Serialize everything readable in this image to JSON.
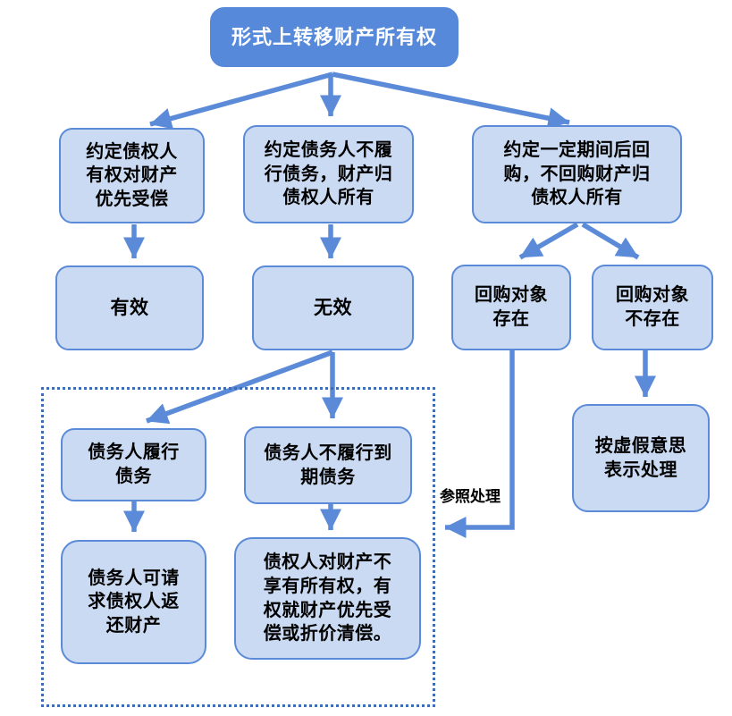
{
  "diagram": {
    "title": "形式上转移财产所有权",
    "nodes": {
      "root": {
        "text": "形式上转移财产所有权"
      },
      "creditor_priority": {
        "text": "约定债权人\n有权对财产\n优先受偿"
      },
      "default_ownership": {
        "text": "约定债务人不履\n行债务，财产归\n债权人所有"
      },
      "repurchase": {
        "text": "约定一定期间后回\n购，不回购财产归\n债权人所有"
      },
      "valid": {
        "text": "有效"
      },
      "invalid": {
        "text": "无效"
      },
      "repo_exists": {
        "text": "回购对象\n存在"
      },
      "repo_not_exists": {
        "text": "回购对象\n不存在"
      },
      "false_expression": {
        "text": "按虚假意思\n表示处理"
      },
      "debtor_performs": {
        "text": "债务人履行\n债务"
      },
      "debtor_defaults": {
        "text": "债务人不履行到\n期债务"
      },
      "reclaim": {
        "text": "债务人可请\n求债权人返\n还财产"
      },
      "creditor_rights": {
        "text": "债权人对财产不\n享有所有权，有\n权就财产优先受\n偿或折价清偿。"
      }
    },
    "edge_label": {
      "text": "参照处理"
    },
    "edges": [
      {
        "from": "root",
        "to": "creditor_priority"
      },
      {
        "from": "root",
        "to": "default_ownership"
      },
      {
        "from": "root",
        "to": "repurchase"
      },
      {
        "from": "creditor_priority",
        "to": "valid"
      },
      {
        "from": "default_ownership",
        "to": "invalid"
      },
      {
        "from": "repurchase",
        "to": "repo_exists"
      },
      {
        "from": "repurchase",
        "to": "repo_not_exists"
      },
      {
        "from": "invalid",
        "to": "debtor_performs"
      },
      {
        "from": "invalid",
        "to": "debtor_defaults"
      },
      {
        "from": "repo_exists",
        "to": "dashed_group",
        "label": "参照处理"
      },
      {
        "from": "repo_not_exists",
        "to": "false_expression"
      },
      {
        "from": "debtor_performs",
        "to": "reclaim"
      },
      {
        "from": "debtor_defaults",
        "to": "creditor_rights"
      }
    ],
    "colors": {
      "root_fill": "#5689d9",
      "root_text": "#ffffff",
      "node_fill": "#c9daf2",
      "node_border": "#5b8bd8",
      "arrow": "#5b8bd8",
      "dashed_border": "#3f6cb5",
      "text_color": "#000000"
    }
  }
}
